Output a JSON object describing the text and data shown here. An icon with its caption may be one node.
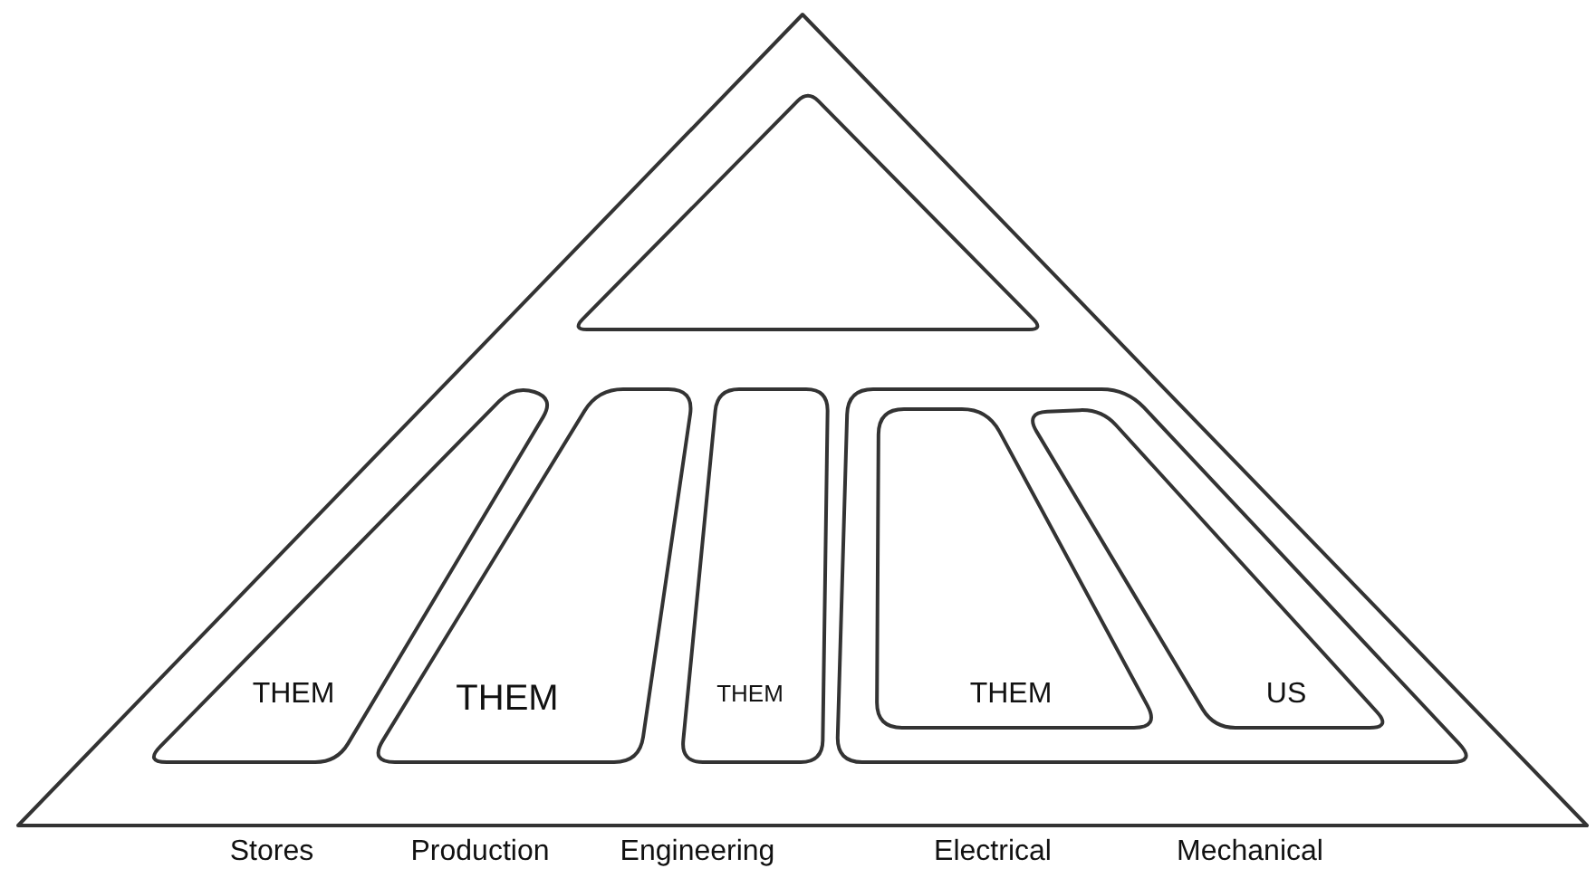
{
  "diagram": {
    "nodes": [
      {
        "text": [],
        "shape": "triangle"
      },
      {
        "text": [],
        "shape": "triangle",
        "in": 0
      },
      {
        "text": [
          "THEM"
        ],
        "in": 0
      },
      {
        "text": [
          "THEM"
        ],
        "in": 0
      },
      {
        "text": [
          "THEM"
        ],
        "in": 0
      },
      {
        "text": [],
        "shape": "trapezoid",
        "in": 0
      },
      {
        "text": [
          "THEM"
        ],
        "in": 5
      },
      {
        "text": [
          "US"
        ],
        "in": 5
      }
    ],
    "labels": [
      "Stores",
      "Production",
      "Engineering",
      "Electrical",
      "Mechanical"
    ]
  }
}
